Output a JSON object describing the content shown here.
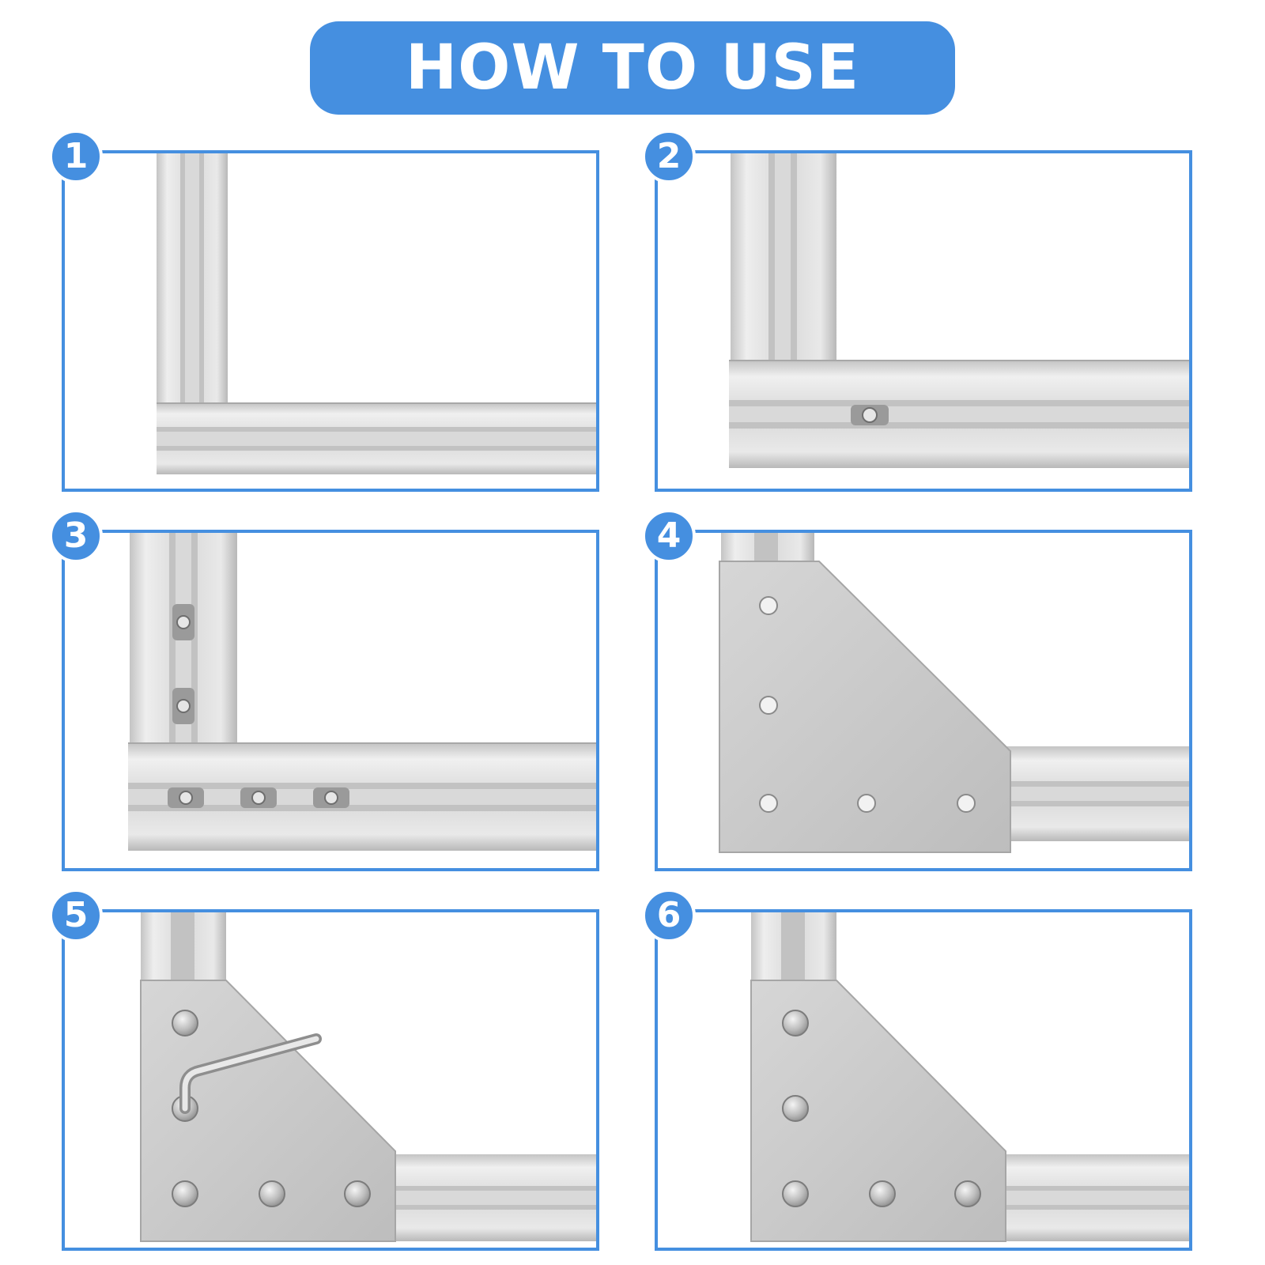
{
  "header": {
    "title": "HOW TO USE"
  },
  "colors": {
    "accent": "#458fe0",
    "aluminum": "#d4d4d4",
    "plate": "#c9c9c9"
  },
  "steps": [
    {
      "number": "1",
      "parts": [
        "vertical-extrusion",
        "horizontal-extrusion"
      ]
    },
    {
      "number": "2",
      "parts": [
        "vertical-extrusion",
        "horizontal-extrusion",
        "t-nut"
      ]
    },
    {
      "number": "3",
      "parts": [
        "vertical-extrusion",
        "horizontal-extrusion",
        "t-nut"
      ]
    },
    {
      "number": "4",
      "parts": [
        "vertical-extrusion",
        "horizontal-extrusion",
        "corner-plate"
      ]
    },
    {
      "number": "5",
      "parts": [
        "vertical-extrusion",
        "horizontal-extrusion",
        "corner-plate",
        "screws",
        "hex-key"
      ]
    },
    {
      "number": "6",
      "parts": [
        "vertical-extrusion",
        "horizontal-extrusion",
        "corner-plate",
        "screws"
      ]
    }
  ]
}
